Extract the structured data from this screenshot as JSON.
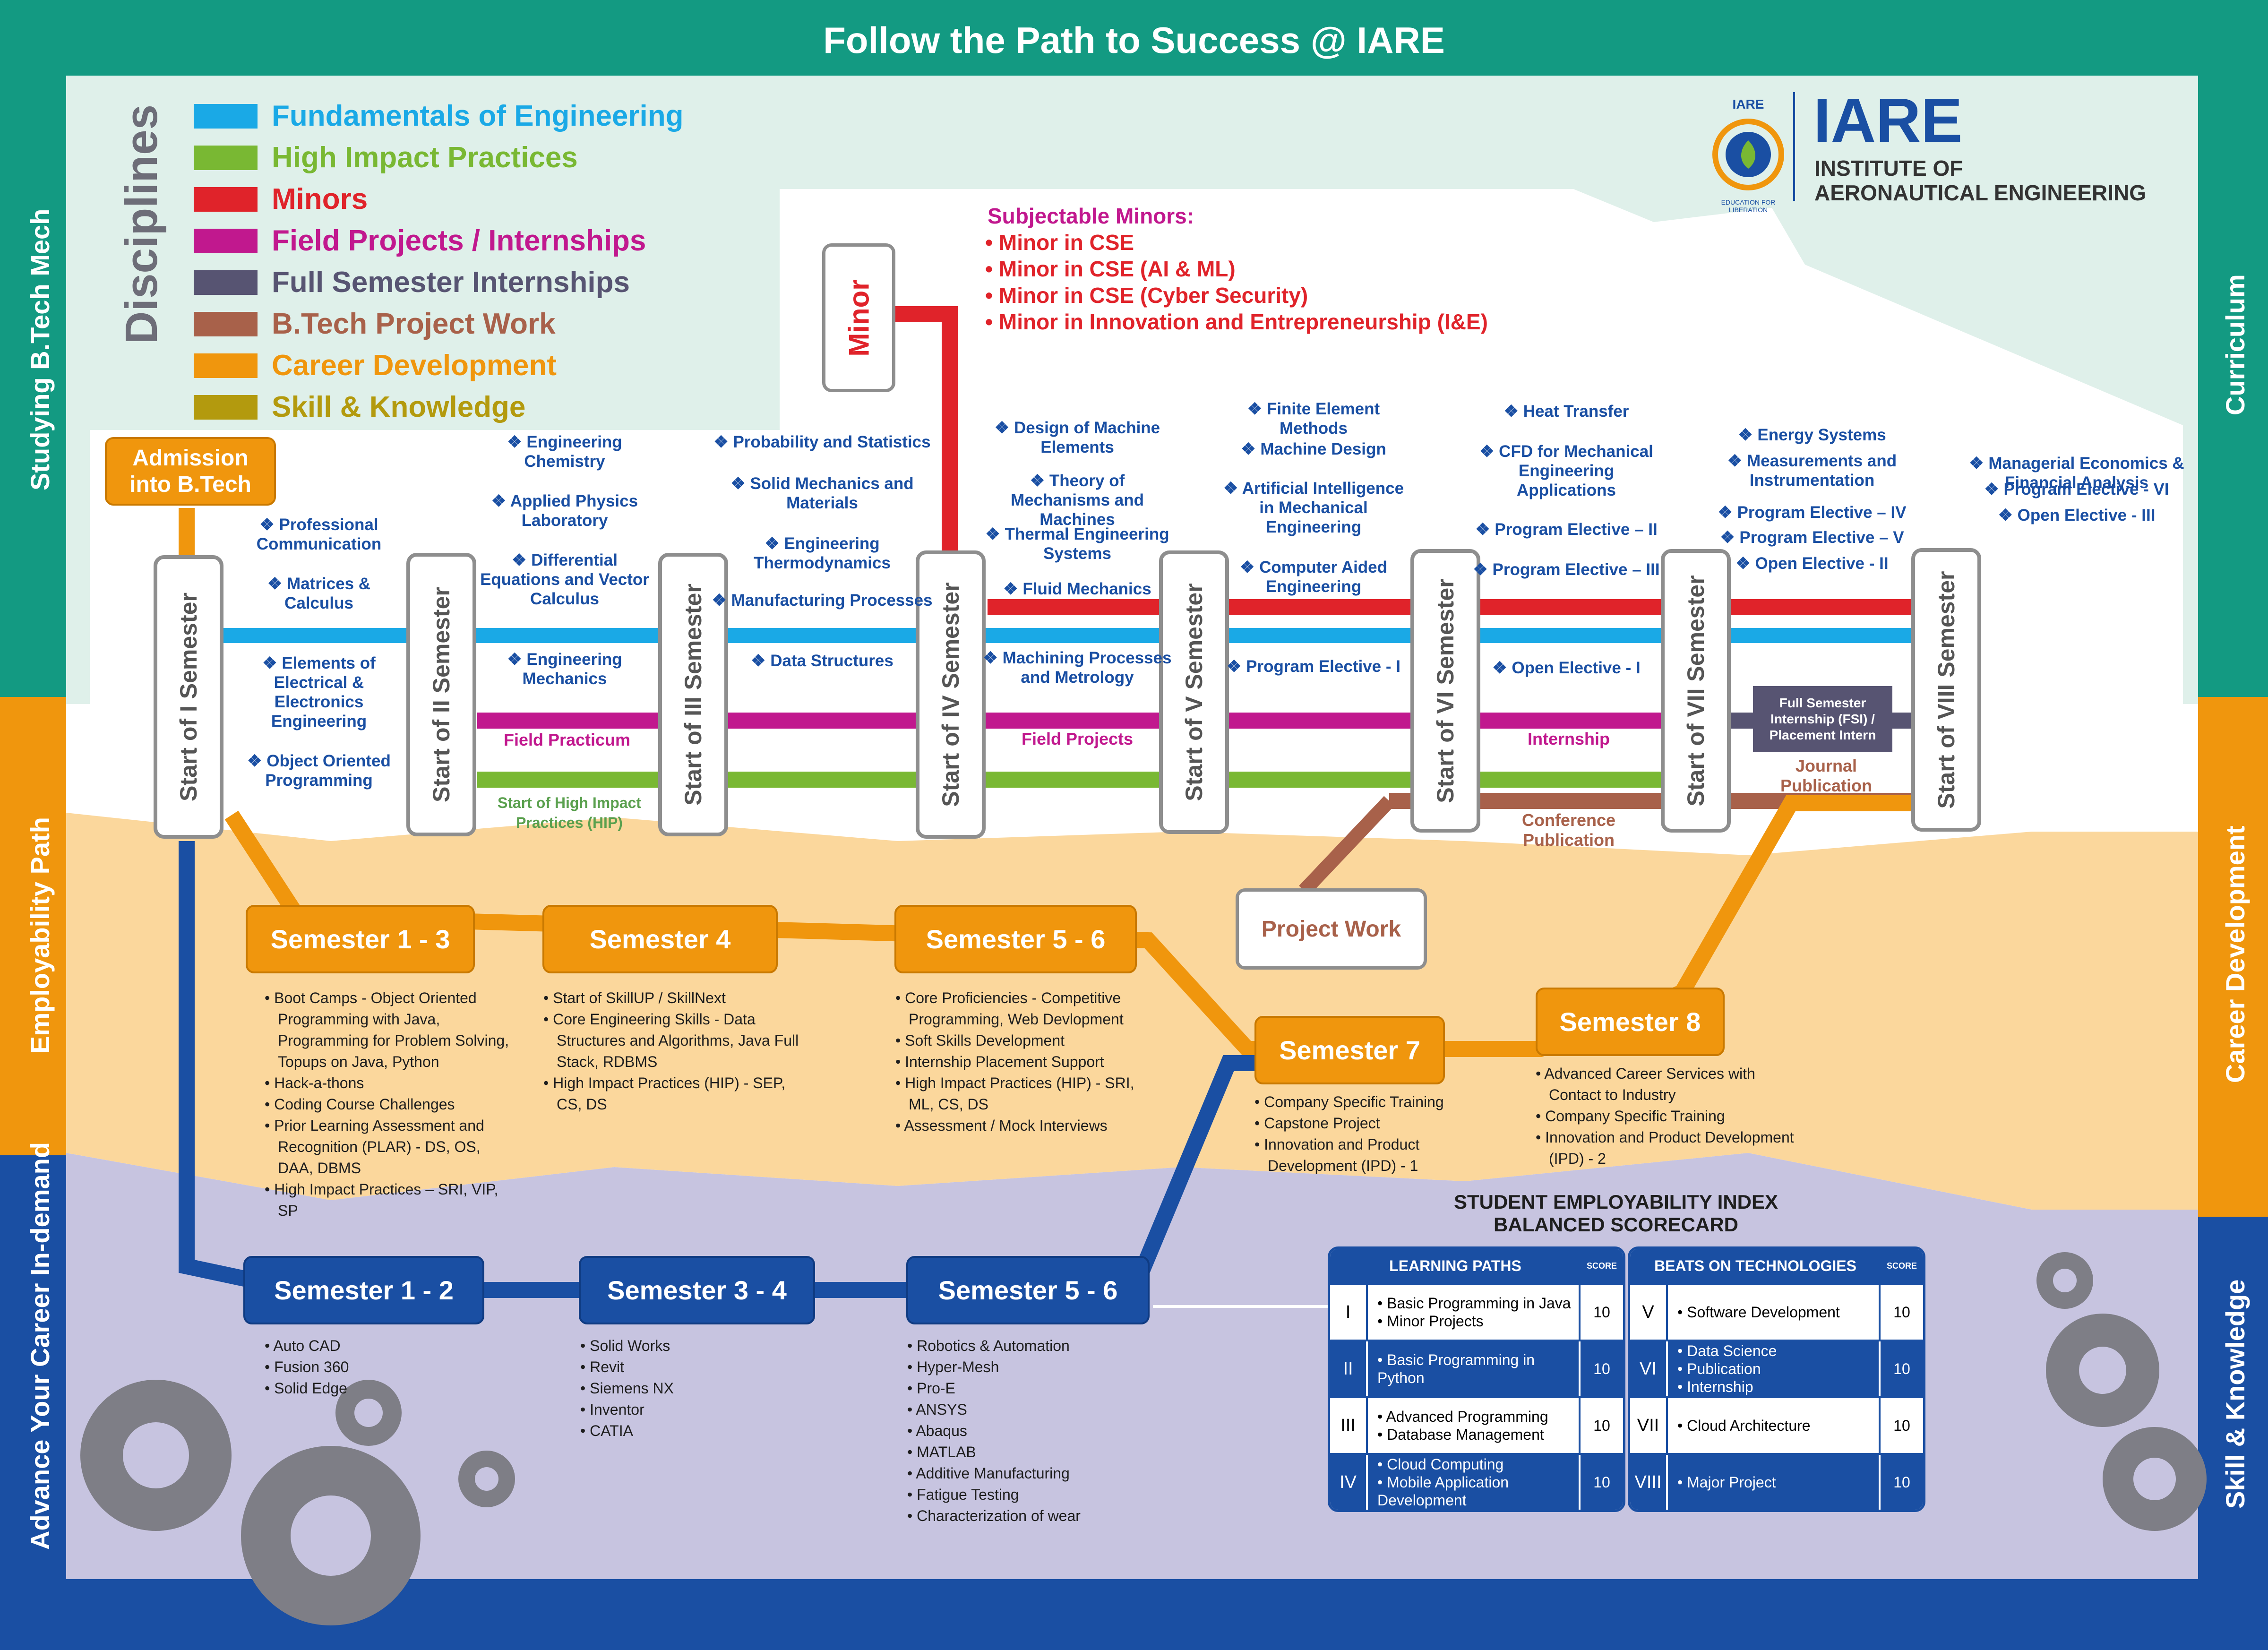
{
  "title": "Follow the Path to Success @ IARE",
  "side_labels": {
    "left_top": "Studying B.Tech Mech",
    "left_middle": "Employability Path",
    "left_bottom": "Advance Your Career In-demand",
    "right_top": "Curriculum",
    "right_middle": "Career Development",
    "right_bottom": "Skill & Knowledge"
  },
  "legend": {
    "title": "Disciplines",
    "items": [
      {
        "label": "Fundamentals of Engineering",
        "color": "#1aa9e6"
      },
      {
        "label": "High Impact Practices",
        "color": "#79b833"
      },
      {
        "label": "Minors",
        "color": "#e0232a"
      },
      {
        "label": "Field Projects / Internships",
        "color": "#c1188e"
      },
      {
        "label": "Full Semester Internships",
        "color": "#575472"
      },
      {
        "label": "B.Tech Project Work",
        "color": "#a8614a"
      },
      {
        "label": "Career Development",
        "color": "#f0960d"
      },
      {
        "label": "Skill & Knowledge",
        "color": "#b39a0e"
      }
    ]
  },
  "logo": {
    "small_text": "IARE",
    "ring_text": "EDUCATION FOR LIBERATION",
    "name": "IARE",
    "line1": "INSTITUTE OF",
    "line2": "AERONAUTICAL ENGINEERING"
  },
  "minors": {
    "box_label": "Minor",
    "heading": "Subjectable Minors:",
    "items": [
      "Minor in CSE",
      "Minor in CSE (AI & ML)",
      "Minor in CSE (Cyber Security)",
      "Minor in Innovation and Entrepreneurship (I&E)"
    ]
  },
  "admission": "Admission into B.Tech",
  "semesters": [
    "Start of I Semester",
    "Start of II Semester",
    "Start of III Semester",
    "Start of IV Semester",
    "Start of V Semester",
    "Start of VI Semester",
    "Start of VII Semester",
    "Start of VIII Semester"
  ],
  "courses": {
    "sem1": [
      "❖ Professional Communication",
      "❖ Matrices & Calculus",
      "❖ Elements of Electrical & Electronics Engineering",
      "❖ Object Oriented Programming"
    ],
    "sem2": [
      "❖ Engineering Chemistry",
      "❖ Applied Physics Laboratory",
      "❖ Differential Equations and Vector Calculus",
      "❖ Engineering Mechanics"
    ],
    "sem3": [
      "❖ Probability and Statistics",
      "❖ Solid Mechanics and Materials",
      "❖ Engineering Thermodynamics",
      "❖ Manufacturing Processes",
      "❖ Data Structures"
    ],
    "sem4": [
      "❖ Design of Machine Elements",
      "❖ Theory of Mechanisms and Machines",
      "❖ Thermal Engineering Systems",
      "❖ Fluid Mechanics",
      "❖ Machining Processes and Metrology"
    ],
    "sem5": [
      "❖ Finite Element Methods",
      "❖ Machine Design",
      "❖ Artificial Intelligence in Mechanical Engineering",
      "❖ Computer Aided Engineering",
      "❖ Program Elective - I"
    ],
    "sem6": [
      "❖ Heat Transfer",
      "❖ CFD for Mechanical Engineering Applications",
      "❖ Program Elective – II",
      "❖ Program Elective – III",
      "❖ Open Elective - I"
    ],
    "sem7": [
      "❖ Energy Systems",
      "❖ Measurements and Instrumentation",
      "❖ Program Elective – IV",
      "❖ Program Elective – V",
      "❖ Open Elective - II"
    ],
    "sem8": [
      "❖ Managerial Economics & Financial Analysis",
      "❖ Program Elective - VI",
      "❖ Open Elective - III"
    ]
  },
  "track_labels": {
    "field_practicum": "Field Practicum",
    "hip_start": "Start of High Impact Practices (HIP)",
    "field_projects": "Field Projects",
    "internship": "Internship",
    "fsi": "Full Semester Internship (FSI) / Placement Intern",
    "journal": "Journal Publication",
    "conference": "Conference Publication",
    "project_work": "Project Work"
  },
  "career": {
    "stages": [
      {
        "label": "Semester 1 - 3",
        "items": [
          "Boot Camps - Object Oriented Programming with Java, Programming for Problem Solving, Topups on Java, Python",
          "Hack-a-thons",
          "Coding Course Challenges",
          "Prior Learning Assessment and Recognition (PLAR) - DS, OS, DAA, DBMS",
          "High Impact Practices – SRI, VIP, SP"
        ]
      },
      {
        "label": "Semester 4",
        "items": [
          "Start of SkillUP / SkillNext",
          "Core Engineering Skills - Data Structures and Algorithms, Java Full Stack, RDBMS",
          "High Impact Practices (HIP) - SEP, CS, DS"
        ]
      },
      {
        "label": "Semester 5 - 6",
        "items": [
          "Core Proficiencies - Competitive Programming, Web Devlopment",
          "Soft Skills Development",
          "Internship Placement Support",
          "High Impact Practices (HIP) - SRI, ML, CS, DS",
          "Assessment / Mock Interviews"
        ]
      },
      {
        "label": "Semester 7",
        "items": [
          "Company Specific Training",
          "Capstone Project",
          "Innovation and Product Development (IPD) - 1"
        ]
      },
      {
        "label": "Semester 8",
        "items": [
          "Advanced Career Services with Contact to Industry",
          "Company Specific Training",
          "Innovation and Product Development (IPD) - 2"
        ]
      }
    ]
  },
  "skills": {
    "stages": [
      {
        "label": "Semester 1 - 2",
        "items": [
          "Auto CAD",
          "Fusion 360",
          "Solid Edge"
        ]
      },
      {
        "label": "Semester 3 - 4",
        "items": [
          "Solid Works",
          "Revit",
          "Siemens NX",
          "Inventor",
          "CATIA"
        ]
      },
      {
        "label": "Semester 5 - 6",
        "items": [
          "Robotics & Automation",
          "Hyper-Mesh",
          "Pro-E",
          "ANSYS",
          "Abaqus",
          "MATLAB",
          "Additive Manufacturing",
          "Fatigue Testing",
          "Characterization of wear"
        ]
      }
    ]
  },
  "scorecard": {
    "title_line1": "STUDENT EMPLOYABILITY INDEX",
    "title_line2": "BALANCED SCORECARD",
    "score_label": "SCORE",
    "learning_paths": {
      "heading": "LEARNING PATHS",
      "rows": [
        {
          "num": "I",
          "items": [
            "Basic Programming in Java",
            "Minor Projects"
          ],
          "score": "10"
        },
        {
          "num": "II",
          "items": [
            "Basic Programming in Python"
          ],
          "score": "10"
        },
        {
          "num": "III",
          "items": [
            "Advanced Programming",
            "Database Management"
          ],
          "score": "10"
        },
        {
          "num": "IV",
          "items": [
            "Cloud Computing",
            "Mobile Application Development"
          ],
          "score": "10"
        }
      ]
    },
    "beats": {
      "heading": "BEATS ON TECHNOLOGIES",
      "rows": [
        {
          "num": "V",
          "items": [
            "Software Development"
          ],
          "score": "10"
        },
        {
          "num": "VI",
          "items": [
            "Data Science",
            "Publication",
            "Internship"
          ],
          "score": "10"
        },
        {
          "num": "VII",
          "items": [
            "Cloud Architecture"
          ],
          "score": "10"
        },
        {
          "num": "VIII",
          "items": [
            "Major Project"
          ],
          "score": "10"
        }
      ]
    }
  }
}
